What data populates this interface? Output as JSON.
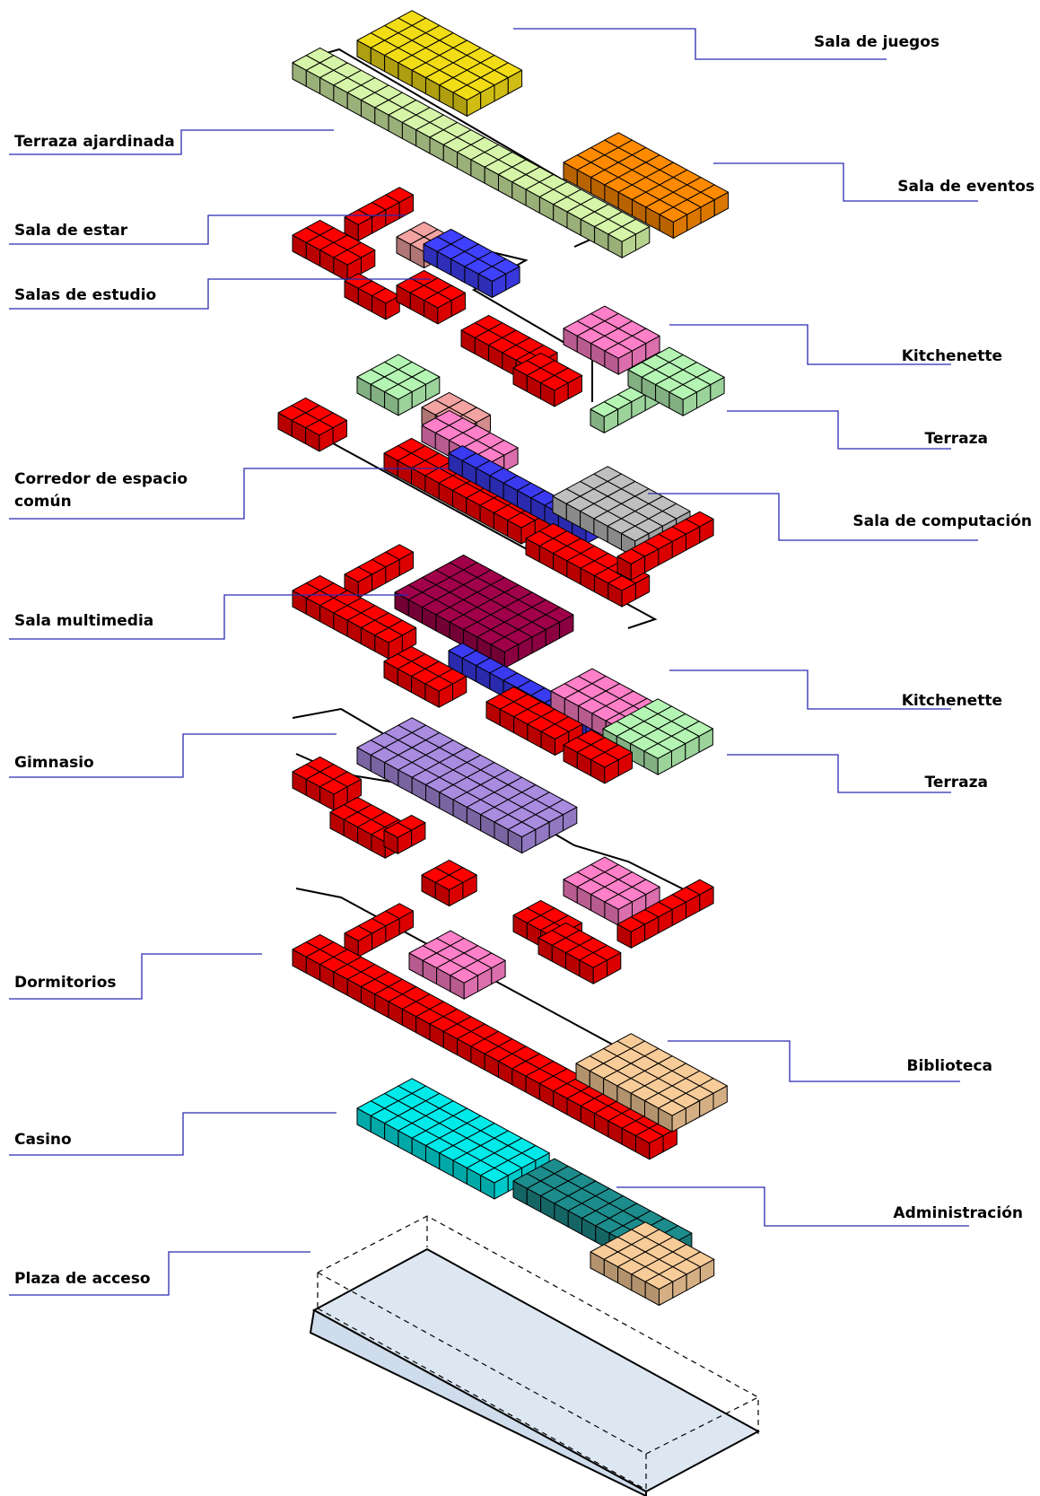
{
  "labels": {
    "sala_de_juegos": "Sala de juegos",
    "terraza_ajardinada": "Terraza ajardinada",
    "sala_de_eventos": "Sala de eventos",
    "sala_de_estar": "Sala de estar",
    "salas_de_estudio": "Salas de estudio",
    "kitchenette_upper": "Kitchenette",
    "terraza_upper": "Terraza",
    "corredor_line1": "Corredor de espacio",
    "corredor_line2": "común",
    "sala_de_computacion": "Sala de computación",
    "sala_multimedia": "Sala multimedia",
    "kitchenette_lower": "Kitchenette",
    "terraza_lower": "Terraza",
    "gimnasio": "Gimnasio",
    "dormitorios": "Dormitorios",
    "biblioteca": "Biblioteca",
    "casino": "Casino",
    "administracion": "Administración",
    "plaza_de_acceso": "Plaza de acceso"
  },
  "colors": {
    "leader_line": "#2b2bb0",
    "dormitorios": "#ff0000",
    "sala_de_juegos": "#f2dc16",
    "terraza_ajardinada": "#d6f5a8",
    "sala_de_eventos": "#ff8a00",
    "sala_de_estar": "#f4a3a3",
    "salas_de_estudio": "#4040ff",
    "kitchenette": "#ff80c8",
    "terraza": "#b4f5b4",
    "corredor": "#3a3af0",
    "sala_de_computacion": "#bfbfbf",
    "sala_multimedia": "#a0004a",
    "gimnasio": "#a98be0",
    "biblioteca": "#f8cc99",
    "casino": "#00eaea",
    "administracion": "#1d8c8c",
    "plaza_de_acceso": "#dde7f2"
  }
}
